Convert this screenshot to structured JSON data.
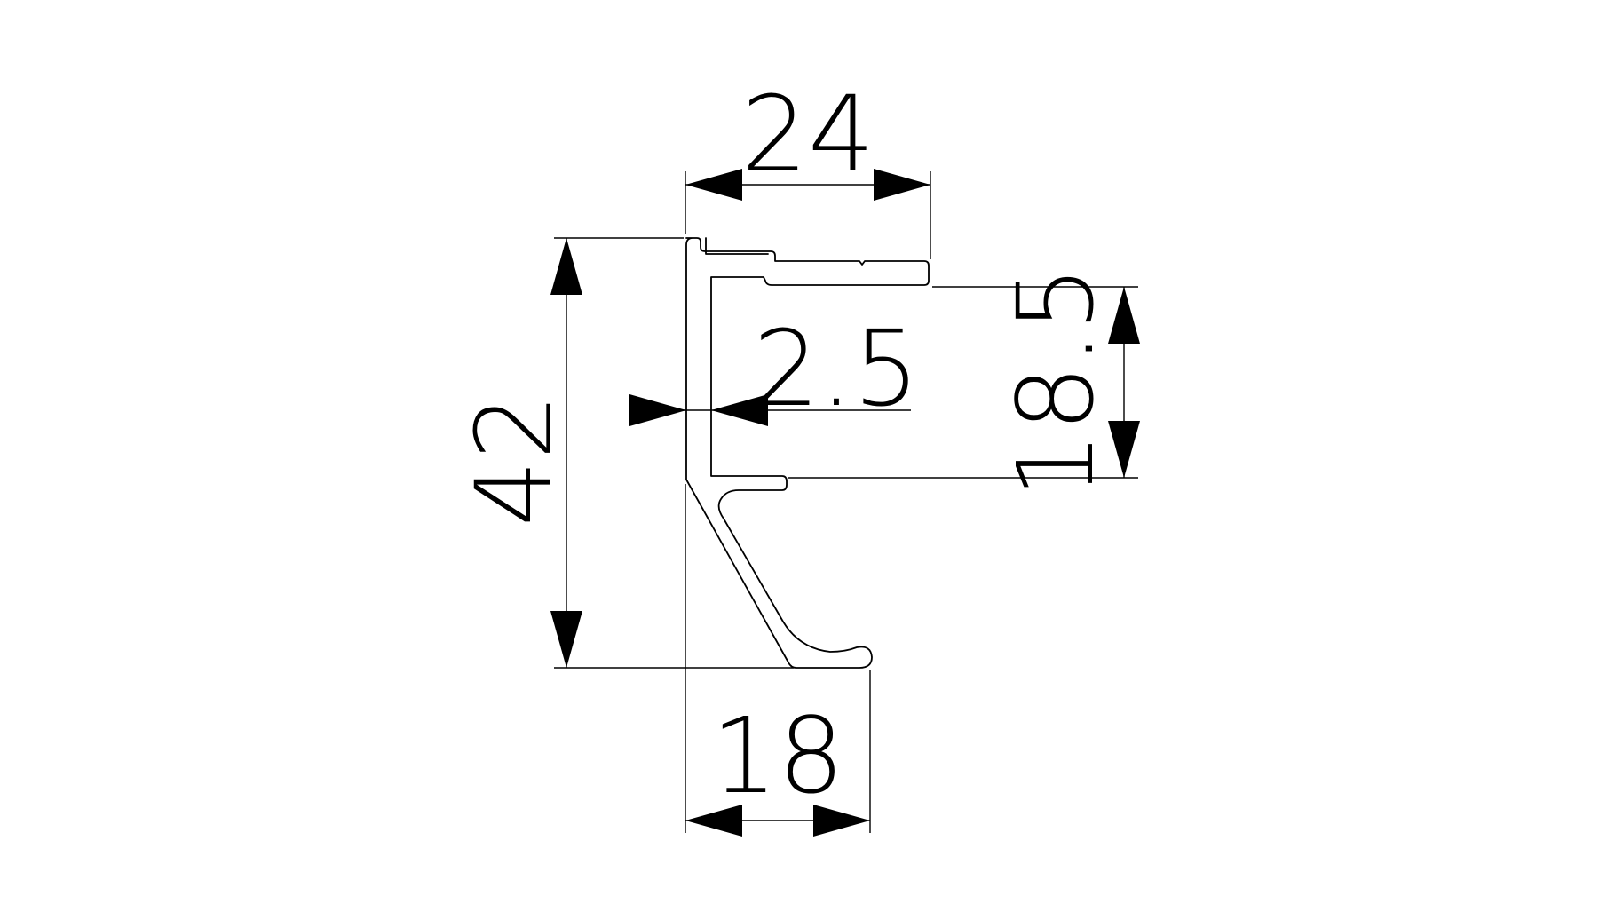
{
  "diagram": {
    "dimensions": {
      "top_width": "24",
      "height": "42",
      "wall_thickness": "2.5",
      "channel_height": "18.5",
      "bottom_width": "18"
    },
    "line_color": "#000000",
    "background_color": "#ffffff"
  }
}
